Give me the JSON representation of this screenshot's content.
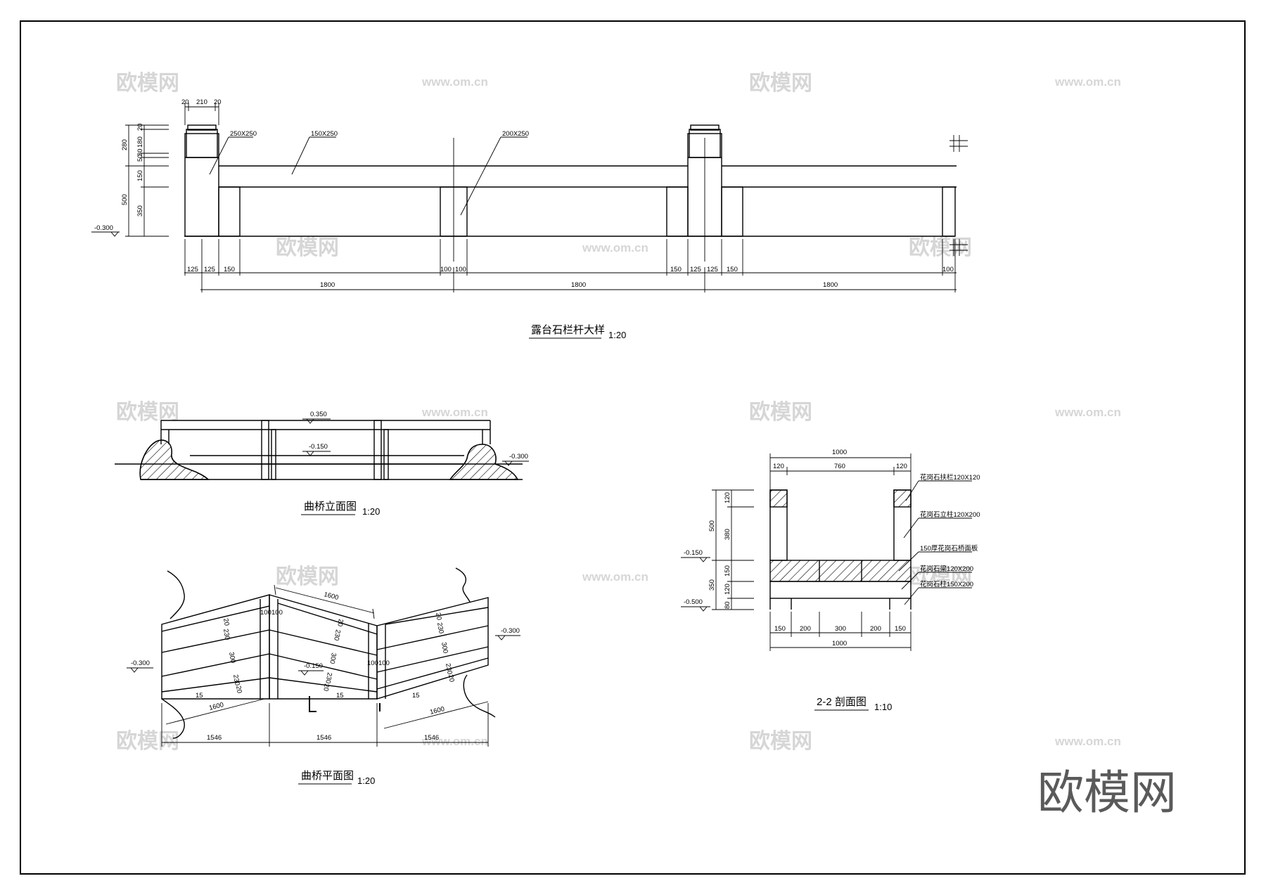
{
  "logo": "欧模网",
  "watermark": {
    "cn": "欧模网",
    "url": "www.om.cn"
  },
  "railing": {
    "title": "露台石栏杆大样",
    "scale": "1:20",
    "post_callout": "250X250",
    "rail_callout": "150X250",
    "baluster_callout": "200X250",
    "level": "-0.300",
    "cap_dims": [
      "20",
      "210",
      "20"
    ],
    "height_dims": {
      "d280": "280",
      "d180": "180",
      "d20": "20",
      "d50": "50",
      "d30": "30",
      "d150": "150",
      "d350": "350",
      "d500": "500"
    },
    "bottom_dims": {
      "d125": "125",
      "d150": "150",
      "d100": "100"
    },
    "span": "1800"
  },
  "bridge_elevation": {
    "title": "曲桥立面图",
    "scale": "1:20",
    "levels": {
      "top": "0.350",
      "mid": "-0.150",
      "right": "-0.300"
    }
  },
  "bridge_plan": {
    "title": "曲桥平面图",
    "scale": "1:20",
    "dims": {
      "d1600": "1600",
      "d1546": "1546",
      "d20": "20",
      "d230": "230",
      "d300": "300",
      "d100": "100",
      "d15": "15"
    },
    "levels": {
      "left": "-0.300",
      "mid": "-0.150",
      "right": "-0.300"
    }
  },
  "section": {
    "title": "2-2 剖面图",
    "scale": "1:10",
    "top_dims": {
      "total": "1000",
      "side": "120",
      "mid": "760"
    },
    "bottom_dims": {
      "total": "1000",
      "d150": "150",
      "d200": "200",
      "d300": "300"
    },
    "height_dims": {
      "d500": "500",
      "d120": "120",
      "d380": "380",
      "d350": "350",
      "d150": "150",
      "d80": "80"
    },
    "levels": {
      "upper": "-0.150",
      "lower": "-0.500"
    },
    "notes": [
      "花岗石扶栏120X120",
      "花岗石立柱120X200",
      "150厚花岗石桥面板",
      "花岗石梁120X200",
      "花岗石柱150X200"
    ]
  }
}
